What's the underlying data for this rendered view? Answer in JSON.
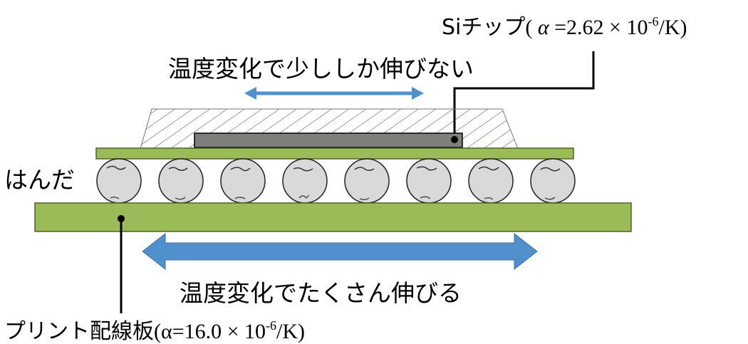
{
  "labels": {
    "chip_name": "Siチップ",
    "chip_alpha": "( α =2.62 × 10-6/K)",
    "chip_alpha_prefix": "( ",
    "chip_alpha_symbol": "α",
    "chip_alpha_mid": " =2.62 × 10",
    "chip_alpha_exp": "-6",
    "chip_alpha_unit": "/K)",
    "top_caption": "温度変化で少ししか伸びない",
    "solder": "はんだ",
    "bottom_caption": "温度変化でたくさん伸びる",
    "pcb_name": "プリント配線板",
    "pcb_alpha": "(α=16.0 × 10-6/K)",
    "pcb_alpha_prefix": "(α=16.0 × 10",
    "pcb_alpha_exp": "-6",
    "pcb_alpha_unit": "/K)"
  },
  "colors": {
    "substrate_green": "#9bbb59",
    "substrate_stroke": "#4f6228",
    "chip_gray": "#7f7f7f",
    "arrow_blue": "#4f90cd",
    "arrow_blue_light": "#5b9bd5",
    "ball_fill": "#d9d9d9",
    "line": "#000000"
  },
  "solder_ball_count": 8
}
